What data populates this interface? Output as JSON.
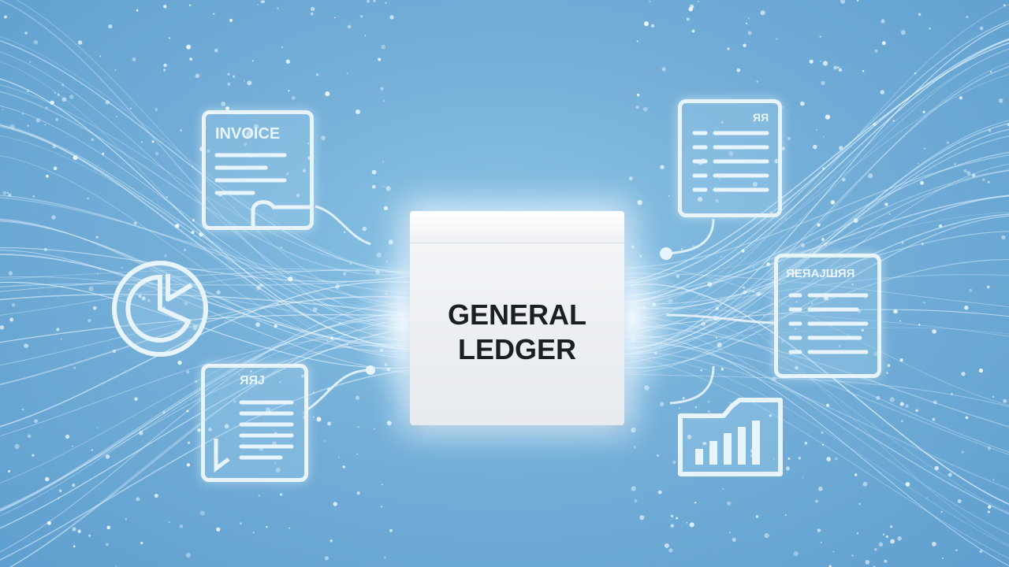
{
  "center": {
    "line1": "GENERAL",
    "line2": "LEDGER"
  },
  "icons": {
    "invoice": "INVOICE",
    "report_top_right": "ЯЯ",
    "document_middle_right": "ЯЕЯАЈШЯЯ",
    "receipt_bottom_left": "ЯЯЈ"
  },
  "colors": {
    "background": "#74afd8",
    "icon_stroke": "#e8f4fc",
    "center_box": "#eef1f4",
    "center_text": "#1a1e25"
  }
}
